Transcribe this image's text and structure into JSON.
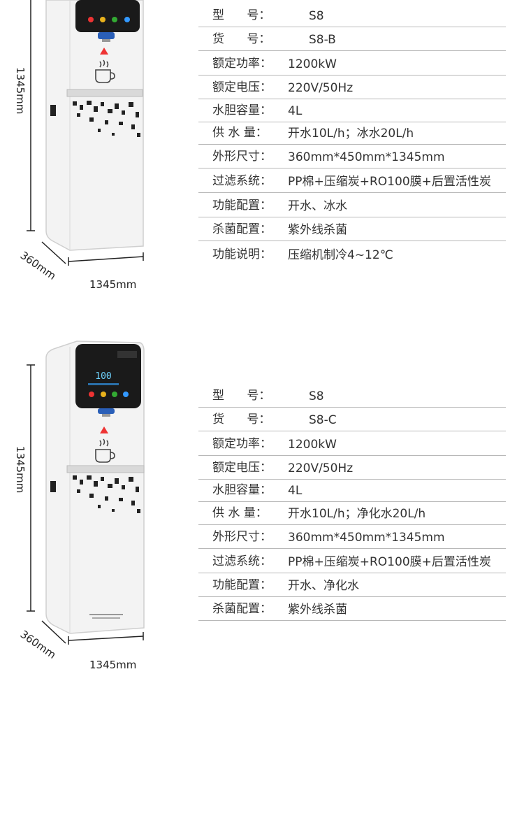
{
  "dims": {
    "height": "1345mm",
    "depth": "360mm",
    "width": "1345mm"
  },
  "products": [
    {
      "rows": [
        {
          "label": "型      号：",
          "value": "S8"
        },
        {
          "label": "货      号：",
          "value": "S8-B"
        },
        {
          "label": "额定功率：",
          "value": "1200kW"
        },
        {
          "label": "额定电压：",
          "value": "220V/50Hz"
        },
        {
          "label": "水胆容量：",
          "value": "4L"
        },
        {
          "label": "供 水 量：",
          "value": "开水10L/h；冰水20L/h"
        },
        {
          "label": "外形尺寸：",
          "value": "360mm*450mm*1345mm"
        },
        {
          "label": "过滤系统：",
          "value": "PP棉+压缩炭+RO100膜+后置活性炭"
        },
        {
          "label": "功能配置：",
          "value": "开水、冰水"
        },
        {
          "label": "杀菌配置：",
          "value": "紫外线杀菌"
        },
        {
          "label": "功能说明：",
          "value": "压缩机制冷4~12℃"
        }
      ]
    },
    {
      "display": "100",
      "rows": [
        {
          "label": "型      号：",
          "value": "S8"
        },
        {
          "label": "货      号：",
          "value": "S8-C"
        },
        {
          "label": "额定功率：",
          "value": "1200kW"
        },
        {
          "label": "额定电压：",
          "value": "220V/50Hz"
        },
        {
          "label": "水胆容量：",
          "value": "4L"
        },
        {
          "label": "供 水 量：",
          "value": "开水10L/h；净化水20L/h"
        },
        {
          "label": "外形尺寸：",
          "value": "360mm*450mm*1345mm"
        },
        {
          "label": "过滤系统：",
          "value": "PP棉+压缩炭+RO100膜+后置活性炭"
        },
        {
          "label": "功能配置：",
          "value": "开水、净化水"
        },
        {
          "label": "杀菌配置：",
          "value": "紫外线杀菌"
        }
      ]
    }
  ]
}
